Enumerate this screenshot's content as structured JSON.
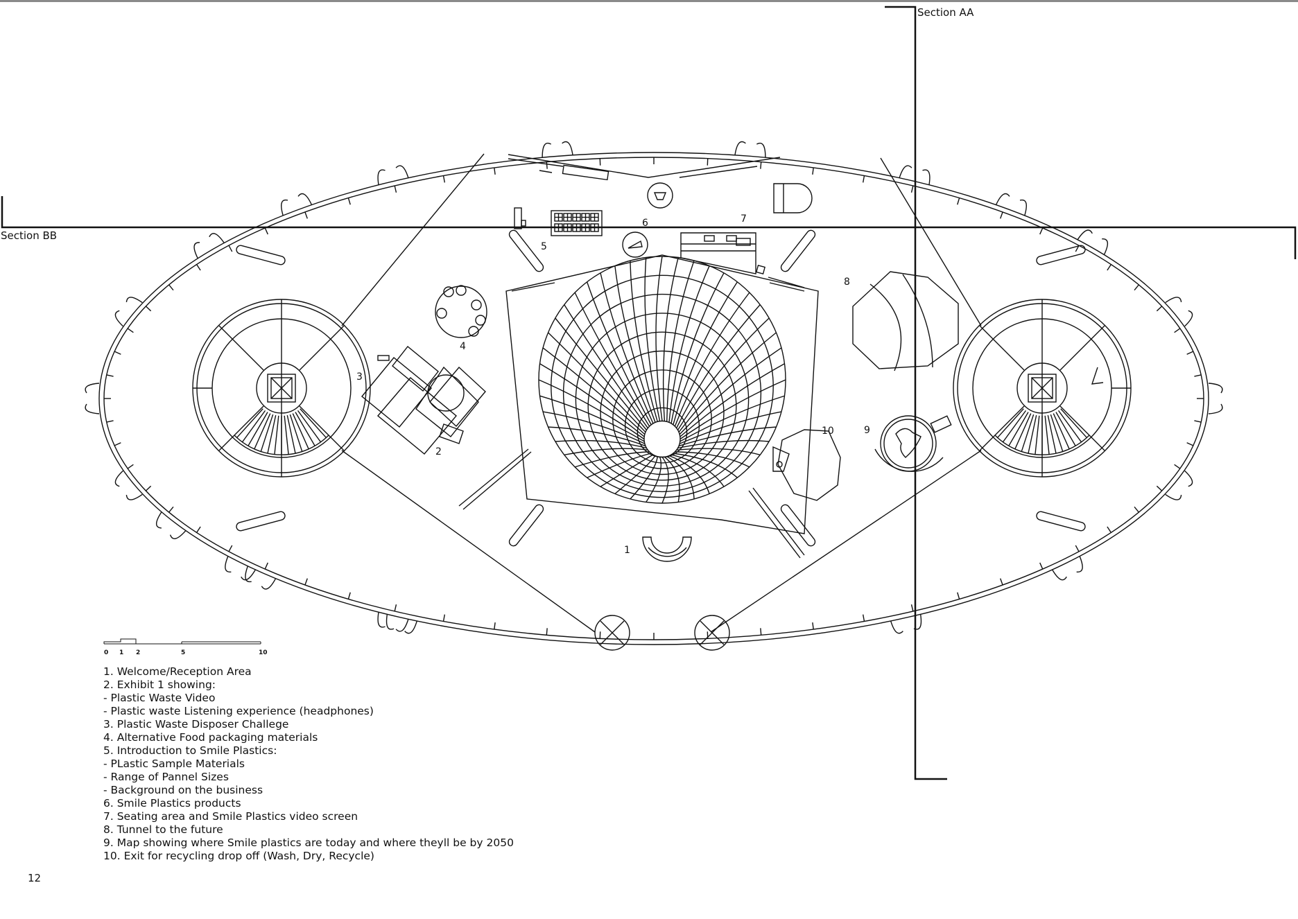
{
  "sections": {
    "section_aa": "Section AA",
    "section_bb": "Section BB"
  },
  "zone_numbers": {
    "z1": "1",
    "z2": "2",
    "z3": "3",
    "z4": "4",
    "z5": "5",
    "z6": "6",
    "z7": "7",
    "z8": "8",
    "z9": "9",
    "z10": "10"
  },
  "scale_bar": {
    "ticks": [
      "0",
      "1",
      "2",
      "5",
      "10"
    ]
  },
  "legend": [
    "1. Welcome/Reception Area",
    "2. Exhibit 1 showing:",
    "- Plastic Waste Video",
    "- Plastic waste Listening experience (headphones)",
    "3. Plastic Waste Disposer Challege",
    "4. Alternative Food packaging materials",
    "5. Introduction to Smile Plastics:",
    "- PLastic Sample Materials",
    "- Range of Pannel Sizes",
    "- Background on the business",
    "6. Smile Plastics products",
    "7. Seating area and Smile Plastics video screen",
    "8. Tunnel to the future",
    "9. Map showing where Smile plastics are today and where theyll be by 2050",
    "10. Exit for recycling drop off (Wash, Dry, Recycle)"
  ],
  "page_number": "12",
  "colors": {
    "ink": "#111111",
    "top_rule": "#8a8a8a",
    "background": "#ffffff"
  }
}
